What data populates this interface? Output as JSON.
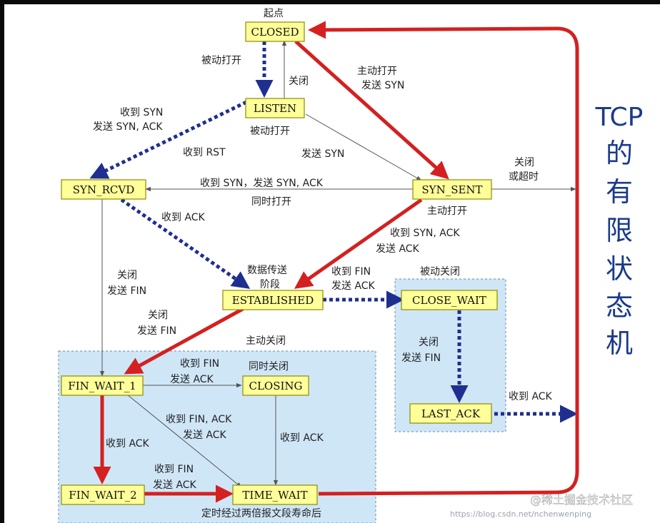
{
  "colors": {
    "background": "#ffffff",
    "state_fill": "#ffff99",
    "state_border": "#8b8b00",
    "region_fill": "#cfe6f7",
    "red_arrow": "#d42020",
    "blue_dotted_arrow": "#1f2f8f",
    "thin_arrow": "#555555",
    "title_color": "#1a3a8c"
  },
  "states": {
    "closed": "CLOSED",
    "listen": "LISTEN",
    "syn_rcvd": "SYN_RCVD",
    "syn_sent": "SYN_SENT",
    "established": "ESTABLISHED",
    "close_wait": "CLOSE_WAIT",
    "last_ack": "LAST_ACK",
    "fin_wait_1": "FIN_WAIT_1",
    "closing": "CLOSING",
    "fin_wait_2": "FIN_WAIT_2",
    "time_wait": "TIME_WAIT"
  },
  "labels": {
    "start": "起点",
    "passive_open_1": "被动打开",
    "close_1": "关闭",
    "active_open_send_syn_1": "主动打开",
    "active_open_send_syn_2": "发送 SYN",
    "recv_syn_send_syn_ack_1": "收到 SYN",
    "recv_syn_send_syn_ack_2": "发送 SYN, ACK",
    "passive_open_2": "被动打开",
    "recv_rst": "收到 RST",
    "send_syn": "发送 SYN",
    "close_or_timeout_1": "关闭",
    "close_or_timeout_2": "或超时",
    "simultaneous_recv": "收到 SYN，发送 SYN, ACK",
    "simultaneous_open": "同时打开",
    "active_open_2": "主动打开",
    "recv_ack_1": "收到 ACK",
    "recv_syn_ack_send_ack_1": "收到 SYN, ACK",
    "recv_syn_ack_send_ack_2": "发送 ACK",
    "data_transfer_1": "数据传送",
    "data_transfer_2": "阶段",
    "close_send_fin_a_1": "关闭",
    "close_send_fin_a_2": "发送 FIN",
    "recv_fin_send_ack_a_1": "收到 FIN",
    "recv_fin_send_ack_a_2": "发送 ACK",
    "passive_close": "被动关闭",
    "close_send_fin_b_1": "关闭",
    "close_send_fin_b_2": "发送 FIN",
    "close_send_fin_c_1": "关闭",
    "close_send_fin_c_2": "发送 FIN",
    "active_close": "主动关闭",
    "recv_fin_send_ack_b_1": "收到 FIN",
    "recv_fin_send_ack_b_2": "发送 ACK",
    "simultaneous_close": "同时关闭",
    "recv_fin_ack_send_ack_1": "收到 FIN, ACK",
    "recv_fin_ack_send_ack_2": "发送 ACK",
    "recv_ack_2": "收到 ACK",
    "recv_ack_3": "收到 ACK",
    "recv_ack_4": "收到 ACK",
    "recv_fin_send_ack_c_1": "收到 FIN",
    "recv_fin_send_ack_c_2": "发送 ACK",
    "timeout_note": "定时经过两倍报文段寿命后"
  },
  "title_chars": [
    "TCP",
    "的",
    "有",
    "限",
    "状",
    "态",
    "机"
  ],
  "watermark": {
    "site": "@稀土掘金技术社区",
    "url": "https://blog.csdn.net/nchenwenping"
  }
}
